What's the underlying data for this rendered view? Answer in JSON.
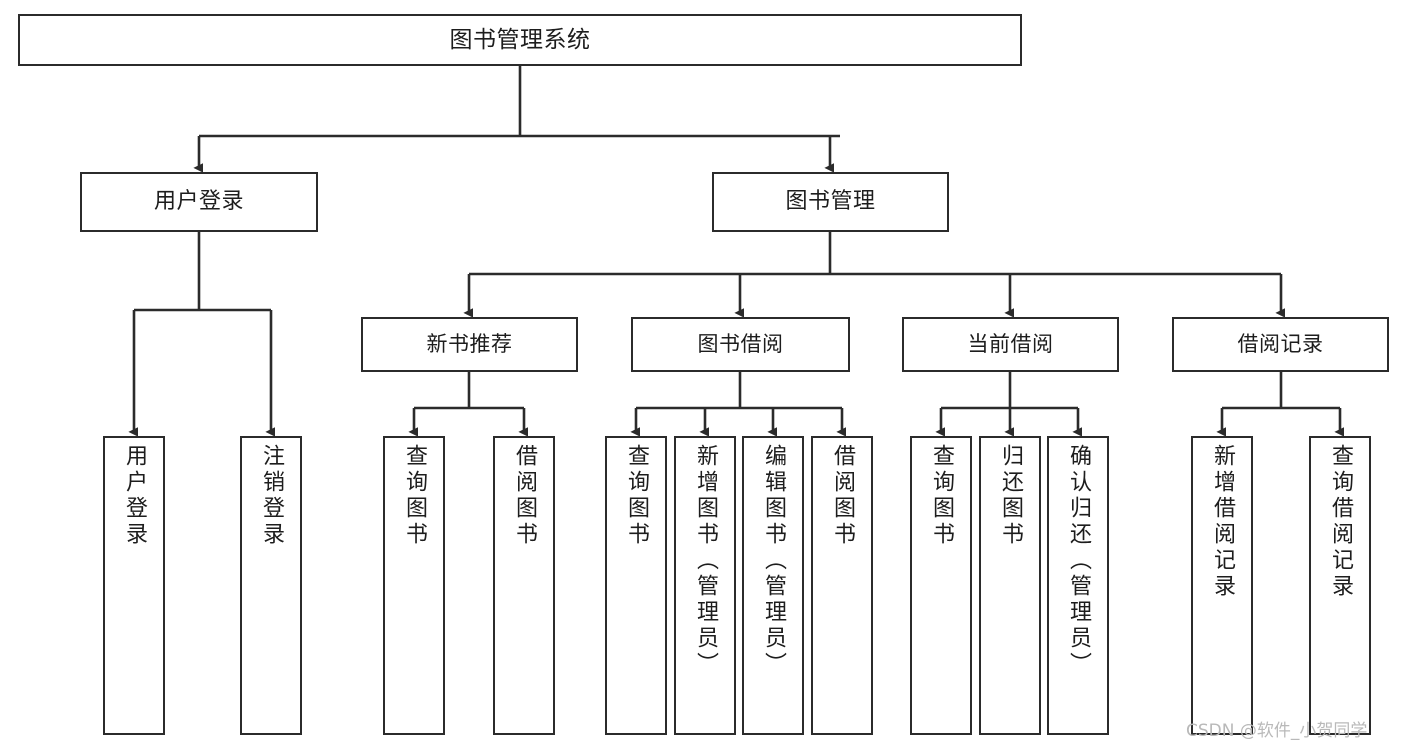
{
  "diagram": {
    "title": "图书管理系统",
    "watermark": "CSDN @软件_小贺同学",
    "colors": {
      "box_border": "#2b2b2b",
      "box_fill": "#ffffff",
      "edge": "#2b2b2b",
      "text": "#1d1d1d",
      "watermark": "#b9b9b9",
      "background": "#ffffff"
    },
    "nodes": {
      "root": "图书管理系统",
      "level2": [
        "用户登录",
        "图书管理"
      ],
      "level3": [
        "新书推荐",
        "图书借阅",
        "当前借阅",
        "借阅记录"
      ],
      "leaves": {
        "user_login": [
          "用户登录",
          "注销登录"
        ],
        "new_book_recommend": [
          "查询图书",
          "借阅图书"
        ],
        "book_borrow": [
          "查询图书",
          "新增图书（管理员）",
          "编辑图书（管理员）",
          "借阅图书"
        ],
        "current_borrow": [
          "查询图书",
          "归还图书",
          "确认归还（管理员）"
        ],
        "borrow_record": [
          "新增借阅记录",
          "查询借阅记录"
        ]
      }
    }
  }
}
